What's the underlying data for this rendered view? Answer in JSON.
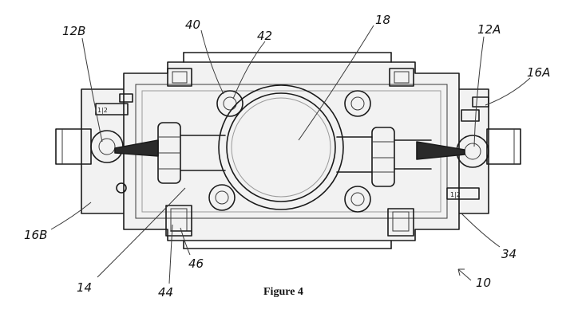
{
  "caption": "Figure 4",
  "labels": {
    "l12B": "12B",
    "l40": "40",
    "l42": "42",
    "l18": "18",
    "l12A": "12A",
    "l16A": "16A",
    "l16B": "16B",
    "l14": "14",
    "l44": "44",
    "l46": "46",
    "l34": "34",
    "l10": "10"
  },
  "markings": {
    "left_marker": "1|2",
    "right_marker": "1|2"
  }
}
